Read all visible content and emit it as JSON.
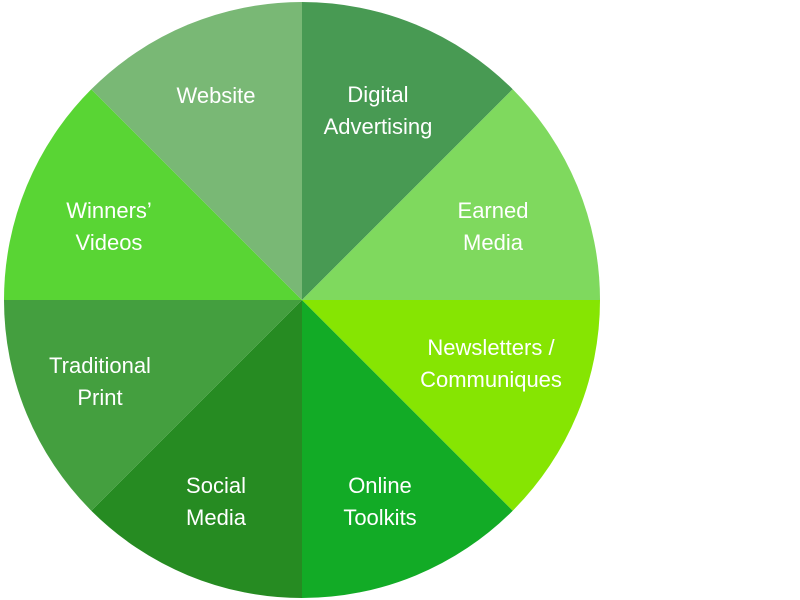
{
  "diagram": {
    "type": "equal-segment wheel",
    "segments": [
      {
        "lines": [
          "Digital",
          "Advertising"
        ],
        "color": "#489a53"
      },
      {
        "lines": [
          "Earned",
          "Media"
        ],
        "color": "#7fd95e"
      },
      {
        "lines": [
          "Newsletters /",
          "Communiques"
        ],
        "color": "#86e502"
      },
      {
        "lines": [
          "Online",
          "Toolkits"
        ],
        "color": "#12ab26"
      },
      {
        "lines": [
          "Social",
          "Media"
        ],
        "color": "#268b22"
      },
      {
        "lines": [
          "Traditional",
          "Print"
        ],
        "color": "#449f3f"
      },
      {
        "lines": [
          "Winners’",
          "Videos"
        ],
        "color": "#59d534"
      },
      {
        "lines": [
          "Website"
        ],
        "color": "#79b875"
      }
    ]
  }
}
